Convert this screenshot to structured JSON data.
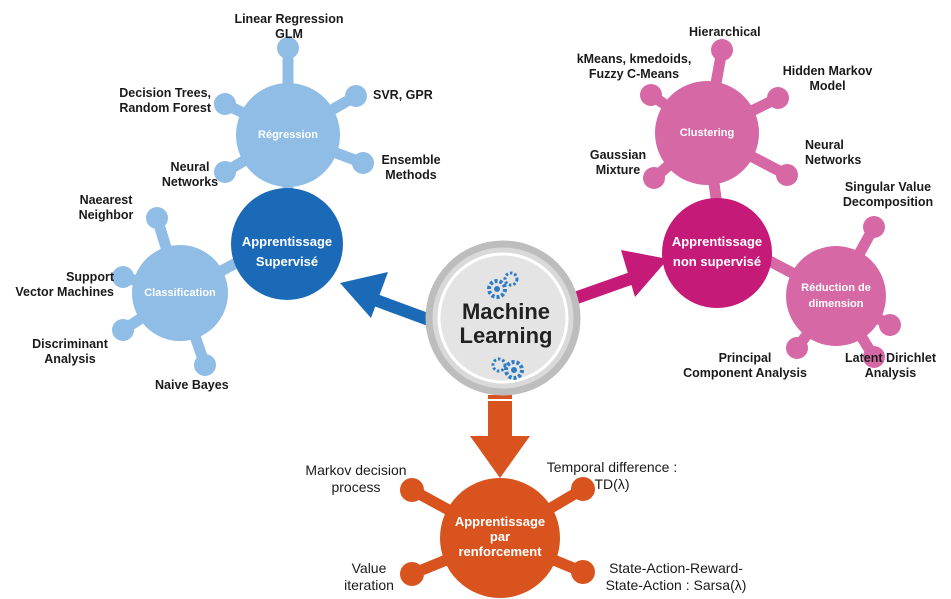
{
  "colors": {
    "supervised": "#1b6ab8",
    "supervised_light": "#8fbde6",
    "unsupervised": "#c51a78",
    "unsupervised_light": "#d768a6",
    "reinforcement": "#d9531e",
    "center_ring": "#bdbdbd",
    "gear": "#2e7cc7"
  },
  "center": {
    "line1": "Machine",
    "line2": "Learning",
    "icons": [
      "gear-icon",
      "gear-icon"
    ]
  },
  "supervised": {
    "hub_line1": "Apprentissage",
    "hub_line2": "Supervisé",
    "regression": {
      "label": "Régression",
      "items": {
        "linear_line1": "Linear Regression",
        "linear_line2": "GLM",
        "svr": "SVR, GPR",
        "ensemble_line1": "Ensemble",
        "ensemble_line2": "Methods",
        "neural_line1": "Neural",
        "neural_line2": "Networks",
        "trees_line1": "Decision Trees,",
        "trees_line2": "Random Forest"
      }
    },
    "classification": {
      "label": "Classification",
      "items": {
        "nn_line1": "Naearest",
        "nn_line2": "Neighbor",
        "svm_line1": "Support",
        "svm_line2": "Vector Machines",
        "da_line1": "Discriminant",
        "da_line2": "Analysis",
        "nb": "Naive Bayes"
      }
    }
  },
  "unsupervised": {
    "hub_line1": "Apprentissage",
    "hub_line2": "non supervisé",
    "clustering": {
      "label": "Clustering",
      "items": {
        "hier": "Hierarchical",
        "kmeans_line1": "kMeans, kmedoids,",
        "kmeans_line2": "Fuzzy C-Means",
        "hmm_line1": "Hidden Markov",
        "hmm_line2": "Model",
        "nn_line1": "Neural",
        "nn_line2": "Networks",
        "gm_line1": "Gaussian",
        "gm_line2": "Mixture"
      }
    },
    "reduction": {
      "label_line1": "Réduction de",
      "label_line2": "dimension",
      "items": {
        "svd_line1": "Singular Value",
        "svd_line2": "Decomposition",
        "pca_line1": "Principal",
        "pca_line2": "Component Analysis",
        "lda_line1": "Latent Dirichlet",
        "lda_line2": "Analysis"
      }
    }
  },
  "reinforcement": {
    "hub_line1": "Apprentissage",
    "hub_line2": "par",
    "hub_line3": "renforcement",
    "items": {
      "mdp_line1": "Markov decision",
      "mdp_line2": "process",
      "td_line1": "Temporal difference :",
      "td_line2": "TD(λ)",
      "vi_line1": "Value",
      "vi_line2": "iteration",
      "sarsa_line1": "State-Action-Reward-",
      "sarsa_line2": "State-Action : Sarsa(λ)"
    }
  }
}
